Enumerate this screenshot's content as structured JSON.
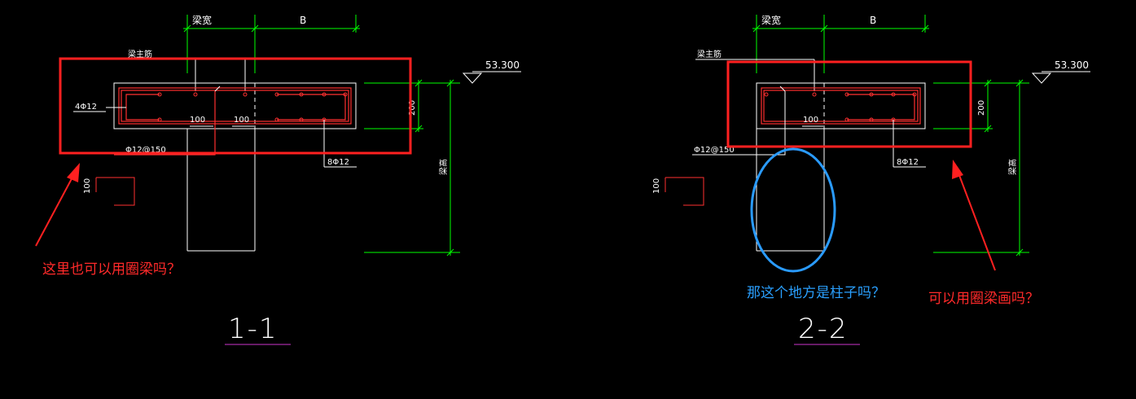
{
  "colors": {
    "background": "#000000",
    "outline": "#ffffff",
    "dimension": "#00ff00",
    "rebar": "#ff3030",
    "stirrup": "#ff3030",
    "highlight_box": "#ff2020",
    "highlight_ellipse": "#2a9bff",
    "annotation_red": "#ff2a2a",
    "annotation_blue": "#2aa0ff",
    "underline": "#cc33cc"
  },
  "section_1": {
    "title": "1-1",
    "dim_top_left": "梁宽",
    "dim_top_right": "B",
    "label_main_bar": "梁主筋",
    "label_side_bar": "4Φ12",
    "label_stirrup": "Φ12@150",
    "label_bottom_bar": "8Φ12",
    "label_100_a": "100",
    "label_100_b": "100",
    "label_100_side": "100",
    "label_height_200": "200",
    "label_beam_height": "梁高",
    "elevation": "53.300",
    "annotation": "这里也可以用圈梁吗？"
  },
  "section_2": {
    "title": "2-2",
    "dim_top_left": "梁宽",
    "dim_top_right": "B",
    "label_main_bar": "梁主筋",
    "label_stirrup": "Φ12@150",
    "label_bottom_bar": "8Φ12",
    "label_100_a": "100",
    "label_100_side": "100",
    "label_height_200": "200",
    "label_beam_height": "梁高",
    "elevation": "53.300",
    "annotation_blue": "那这个地方是柱子吗？",
    "annotation_red": "可以用圈梁画吗？"
  }
}
